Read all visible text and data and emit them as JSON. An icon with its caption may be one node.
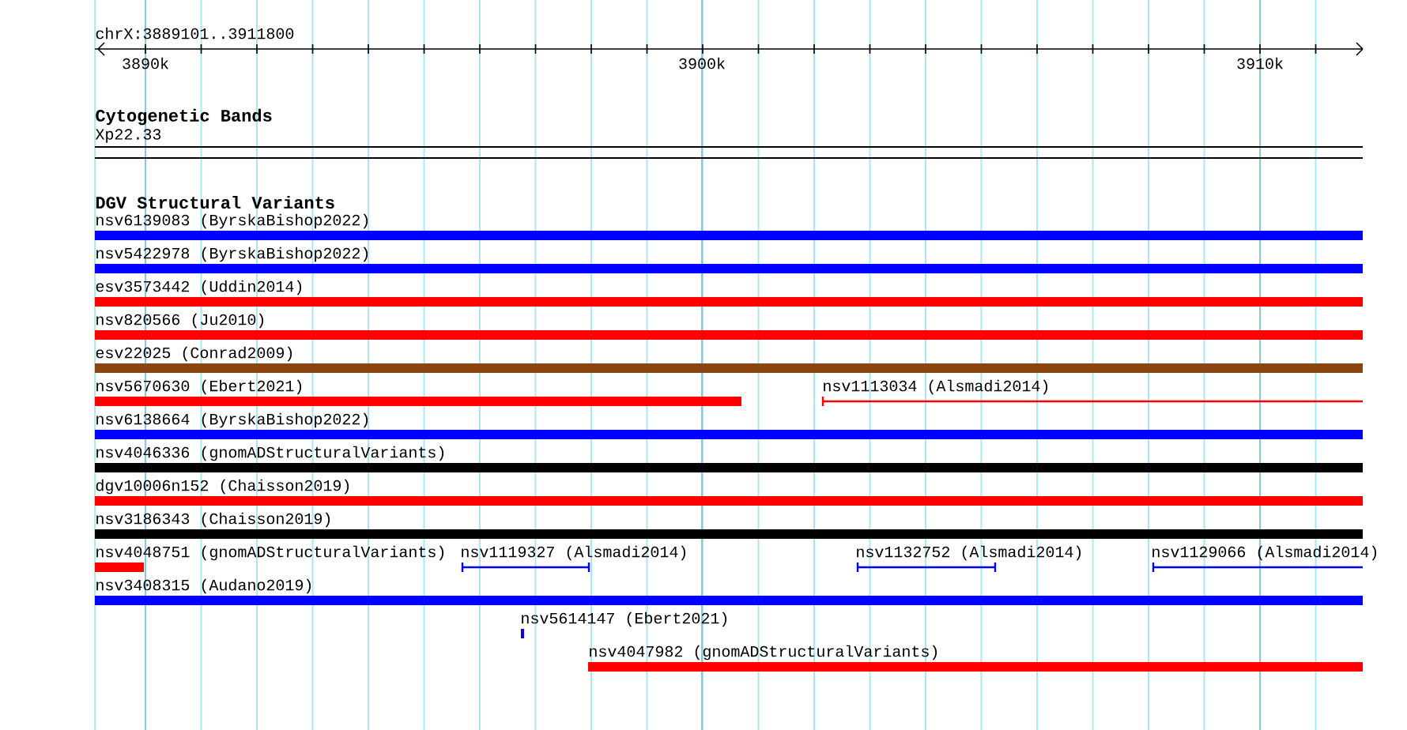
{
  "diagram": {
    "nodes": [
      {
        "text": [
          "nsv6139083 (ByrskaBishop2022)"
        ]
      },
      {
        "text": [
          "nsv5422978 (ByrskaBishop2022)"
        ]
      },
      {
        "text": [
          "esv3573442 (Uddin2014)"
        ]
      },
      {
        "text": [
          "nsv820566 (Ju2010)"
        ]
      },
      {
        "text": [
          "esv22025 (Conrad2009)"
        ]
      },
      {
        "text": [
          "nsv5670630 (Ebert2021)"
        ]
      },
      {
        "text": [
          "nsv1113034 (Alsmadi2014)"
        ]
      },
      {
        "text": [
          "nsv6138664 (ByrskaBishop2022)"
        ]
      },
      {
        "text": [
          "nsv4046336 (gnomADStructuralVariants)"
        ]
      },
      {
        "text": [
          "dgv10006n152 (Chaisson2019)"
        ]
      },
      {
        "text": [
          "nsv3186343 (Chaisson2019)"
        ]
      },
      {
        "text": [
          "nsv4048751 (gnomADStructuralVariants)"
        ]
      },
      {
        "text": [
          "nsv1119327 (Alsmadi2014)"
        ]
      },
      {
        "text": [
          "nsv1132752 (Alsmadi2014)"
        ]
      },
      {
        "text": [
          "nsv1129066 (Alsmadi2014)"
        ]
      },
      {
        "text": [
          "nsv3408315 (Audano2019)"
        ]
      },
      {
        "text": [
          "nsv5614147 (Ebert2021)"
        ]
      },
      {
        "text": [
          "nsv4047982 (gnomADStructuralVariants)"
        ]
      }
    ],
    "labels": [
      "chrX:3889101..3911800",
      "3890k",
      "3900k",
      "3910k",
      "Cytogenetic Bands",
      "Xp22.33",
      "DGV Structural Variants"
    ]
  }
}
